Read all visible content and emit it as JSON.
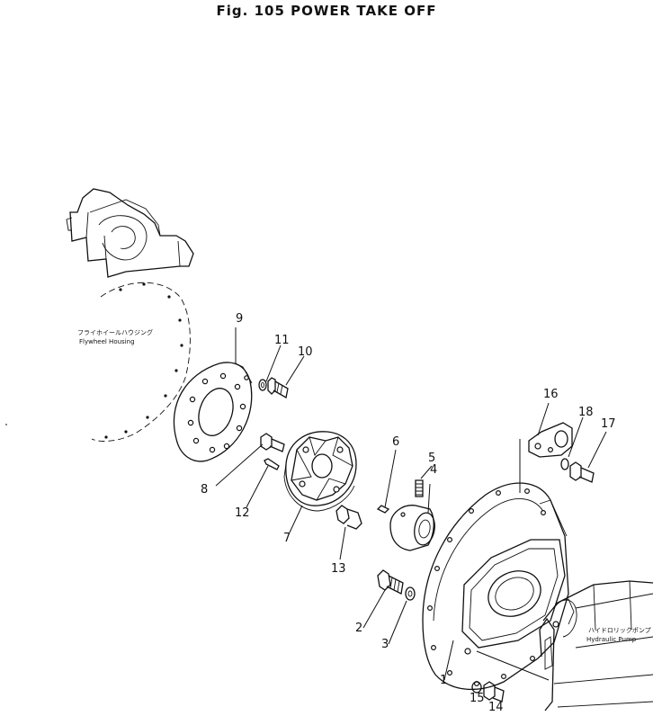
{
  "title": "Fig. 105   POWER TAKE OFF",
  "notes": {
    "flywheel_jp": "フライホイールハウジング",
    "flywheel_en": "Flywheel Housing",
    "pump_jp": "ハイドロリックポンプ",
    "pump_en": "Hydraulic Pump"
  },
  "callouts": {
    "c1": "1",
    "c2": "2",
    "c3": "3",
    "c4": "4",
    "c5": "5",
    "c6": "6",
    "c7": "7",
    "c8": "8",
    "c9": "9",
    "c10": "10",
    "c11": "11",
    "c12": "12",
    "c13": "13",
    "c14": "14",
    "c15": "15",
    "c16": "16",
    "c17": "17",
    "c18": "18"
  }
}
